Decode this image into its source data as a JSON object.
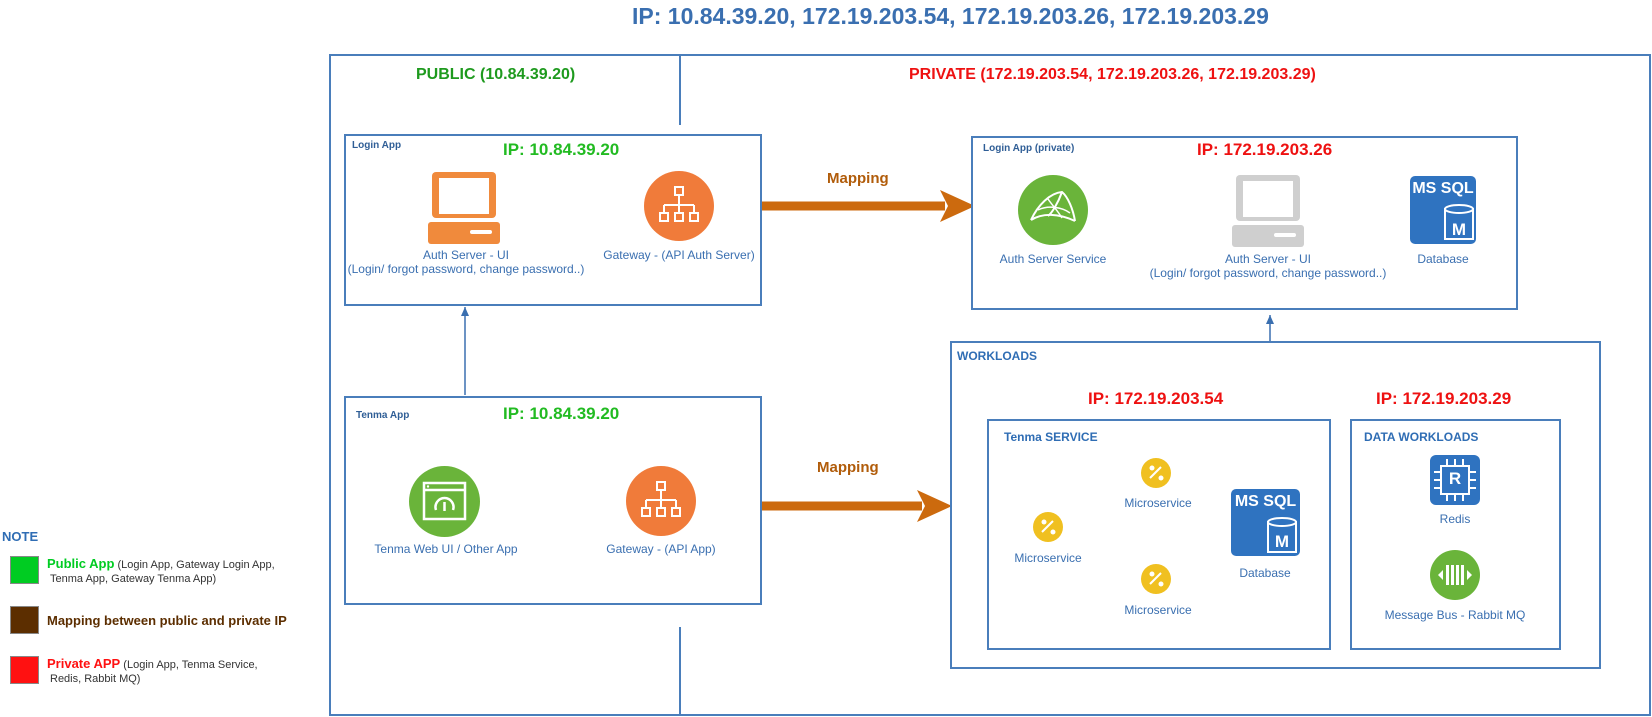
{
  "header": {
    "title": "IP: 10.84.39.20, 172.19.203.54, 172.19.203.26, 172.19.203.29"
  },
  "zones": {
    "public": {
      "label": "PUBLIC",
      "ip": "(10.84.39.20)"
    },
    "private": {
      "label": "PRIVATE",
      "ip": "(172.19.203.54, 172.19.203.26, 172.19.203.29)"
    }
  },
  "login_app_public": {
    "label": "Login App",
    "ip": "IP: 10.84.39.20",
    "ui_caption_1": "Auth Server - UI",
    "ui_caption_2": "(Login/ forgot password, change password..)",
    "gateway_caption": "Gateway - (API Auth Server)"
  },
  "tenma_app": {
    "label": "Tenma App",
    "ip": "IP: 10.84.39.20",
    "web_caption": "Tenma Web UI / Other App",
    "gateway_caption": "Gateway - (API App)"
  },
  "mapping": {
    "top": "Mapping",
    "bottom": "Mapping"
  },
  "login_app_private": {
    "label": "Login App (private)",
    "ip": "IP: 172.19.203.26",
    "auth_service_caption": "Auth Server Service",
    "ui_caption_1": "Auth Server - UI",
    "ui_caption_2": "(Login/ forgot password, change password..)",
    "db_caption": "Database",
    "db_badge": "MS SQL",
    "db_letter": "M"
  },
  "workloads": {
    "label": "WORKLOADS",
    "service_ip": "IP: 172.19.203.54",
    "data_ip": "IP: 172.19.203.29",
    "tenma_service": {
      "label": "Tenma SERVICE",
      "micro_top": "Microservice",
      "micro_left": "Microservice",
      "micro_bottom": "Microservice",
      "db_caption": "Database",
      "db_badge": "MS SQL",
      "db_letter": "M"
    },
    "data_workloads": {
      "label": "DATA WORKLOADS",
      "redis_caption": "Redis",
      "redis_letter": "R",
      "bus_caption": "Message Bus - Rabbit MQ"
    }
  },
  "note": {
    "title": "NOTE",
    "items": [
      {
        "label": "Public App",
        "detail": "(Login App, Gateway Login App,",
        "detail2": "Tenma App, Gateway Tenma App)",
        "color": "#00cc22"
      },
      {
        "label": "Mapping between public and private IP",
        "detail": "",
        "detail2": "",
        "color": "#5c2e00"
      },
      {
        "label": "Private APP",
        "detail": "(Login App, Tenma Service,",
        "detail2": "Redis, Rabbit MQ)",
        "color": "#ff1111"
      }
    ]
  },
  "colors": {
    "border": "#4a7ebb",
    "public_green": "#22bb22",
    "private_red": "#ee1111",
    "mapping_arrow": "#cc6a0e",
    "gateway_orange": "#f07b3a",
    "service_green": "#6ab43a"
  },
  "icons": [
    "laptop-icon",
    "gateway-icon",
    "web-ui-icon",
    "auth-service-icon",
    "mssql-icon",
    "microservice-icon",
    "redis-icon",
    "message-bus-icon"
  ]
}
